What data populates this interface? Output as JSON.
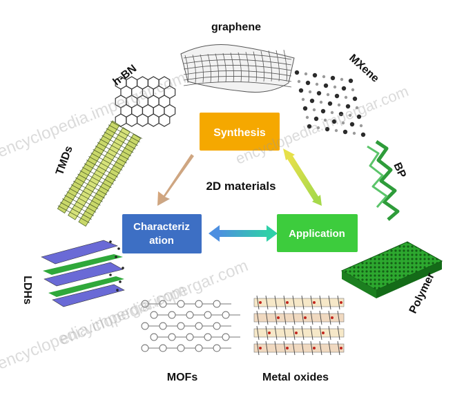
{
  "center_label": "2D materials",
  "boxes": {
    "synthesis": {
      "label": "Synthesis",
      "color": "#f5a800"
    },
    "characterization": {
      "line1": "Characteriz",
      "line2": "ation",
      "color": "#3d6fc4"
    },
    "application": {
      "label": "Application",
      "color": "#3dcc3d"
    }
  },
  "materials": {
    "graphene": "graphene",
    "hbn": "h-BN",
    "mxene": "MXene",
    "tmds": "TMDs",
    "bp": "BP",
    "ldhs": "LDHs",
    "polymer": "Polymer",
    "mofs": "MOFs",
    "metal_oxides": "Metal oxides"
  },
  "watermark": {
    "line1": "encyclopedia.impergar.com",
    "line2": "encyclopedia.impergar.com",
    "line3": "encyclopedia.impergar.com",
    "line4": "encyclopedia.impergar.com"
  },
  "colors": {
    "arrow_orange": "#f3a25a",
    "arrow_gray": "#a9a9a9",
    "arrow_lime": "#b7dd4a",
    "arrow_blue": "#6aa8e0",
    "arrow_teal": "#2fc4b4"
  }
}
